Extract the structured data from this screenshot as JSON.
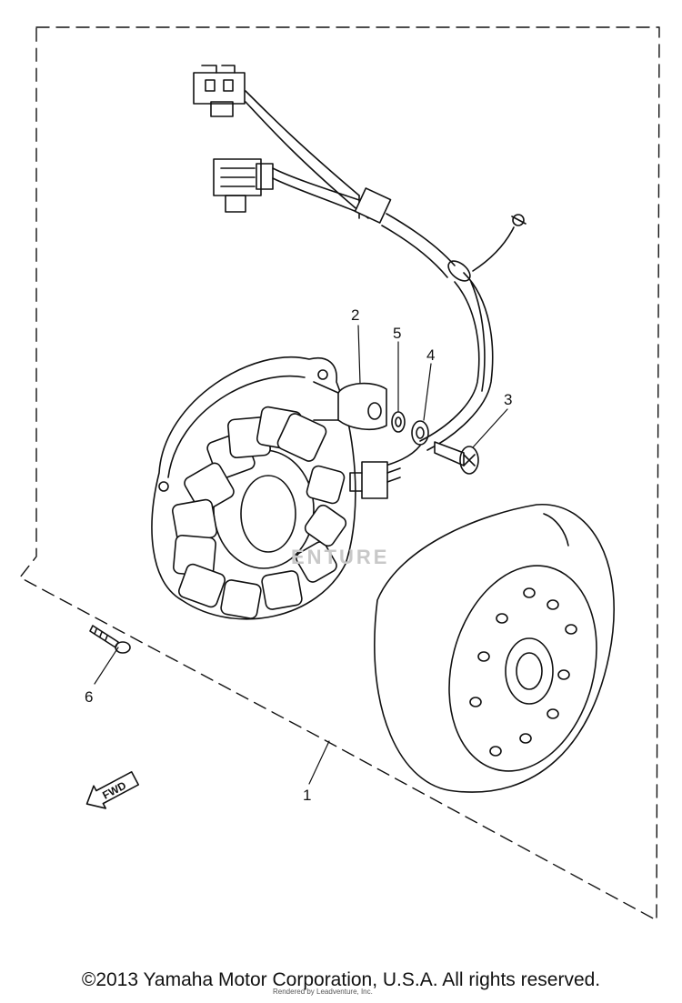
{
  "callouts": [
    "1",
    "2",
    "3",
    "4",
    "5",
    "6"
  ],
  "fwd_label": "FWD",
  "watermark": "ENTURE",
  "copyright": "©2013 Yamaha Motor Corporation, U.S.A. All rights reserved.",
  "sub_credit": "Rendered by Leadventure, Inc."
}
